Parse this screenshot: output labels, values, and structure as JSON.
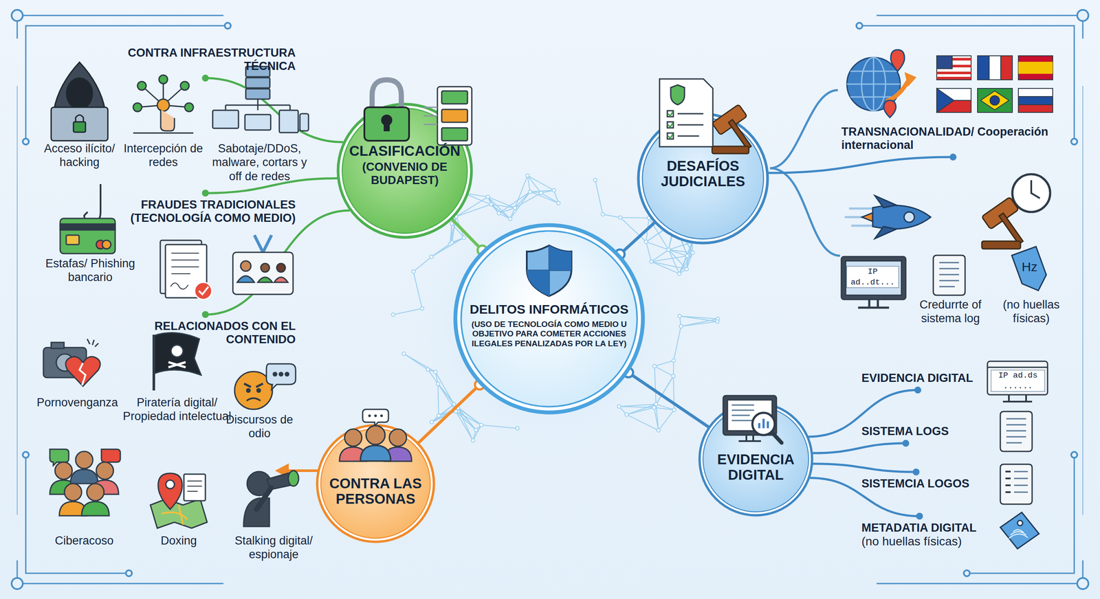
{
  "diagram": {
    "nodes": [
      {
        "text": [
          "DELITOS INFORMÁTICOS",
          "(USO DE TECNOLOGÍA COMO MEDIO U OBJETIVO PARA COMETER ACCIONES ILEGALES PENALIZADAS POR LA LEY)"
        ]
      },
      {
        "text": [
          "CLASIFICACIÓN",
          "(CONVENIO DE BUDAPEST)"
        ]
      },
      {
        "text": [
          "CONTRA INFRAESTRUCTURA TÉCNICA"
        ]
      },
      {
        "text": [
          "FRAUDES TRADICIONALES (TECNOLOGÍA COMO MEDIO)"
        ]
      },
      {
        "text": [
          "RELACIONADOS CON EL CONTENIDO"
        ]
      },
      {
        "text": [
          "DESAFÍOS JUDICIALES"
        ]
      },
      {
        "text": [
          "TRANSNACIONALIDAD/ Cooperación internacional"
        ]
      },
      {
        "text": [
          "EVIDENCIA DIGITAL"
        ]
      },
      {
        "text": [
          "EVIDENCIA DIGITAL"
        ]
      },
      {
        "text": [
          "SISTEMA LOGS"
        ]
      },
      {
        "text": [
          "SISTEMCIA LOGOS"
        ]
      },
      {
        "text": [
          "METADATIA DIGITAL",
          "(no huellas físicas)"
        ]
      },
      {
        "text": [
          "CONTRA LAS PERSONAS"
        ]
      }
    ],
    "edges": [
      {
        "from": 0,
        "to": 1,
        "arrow": "none"
      },
      {
        "from": 0,
        "to": 5,
        "arrow": "none"
      },
      {
        "from": 0,
        "to": 7,
        "arrow": "none"
      },
      {
        "from": 0,
        "to": 12,
        "arrow": "none"
      },
      {
        "from": 1,
        "to": 2,
        "arrow": "none"
      },
      {
        "from": 1,
        "to": 3,
        "arrow": "none"
      },
      {
        "from": 1,
        "to": 4,
        "arrow": "none"
      },
      {
        "from": 5,
        "to": 6,
        "arrow": "none"
      },
      {
        "from": 7,
        "to": 8,
        "arrow": "none"
      },
      {
        "from": 7,
        "to": 9,
        "arrow": "none"
      },
      {
        "from": 7,
        "to": 10,
        "arrow": "none"
      },
      {
        "from": 7,
        "to": 11,
        "arrow": "none"
      }
    ],
    "labels": [
      "Acceso ilícito/ hacking",
      "Intercepción de redes",
      "Sabotaje/DDoS, malware, cortars y off de redes",
      "Estafas/ Phishing bancario",
      "Pornovenganza",
      "Piratería digital/ Propiedad intelectual",
      "Discursos de odio",
      "Ciberacoso",
      "Doxing",
      "Stalking digital/ espionaje",
      "IP ad..dt...",
      "Credurrte of sistema log",
      "(no huellas físicas)",
      "Hz",
      "IP ad.ds ......"
    ]
  }
}
